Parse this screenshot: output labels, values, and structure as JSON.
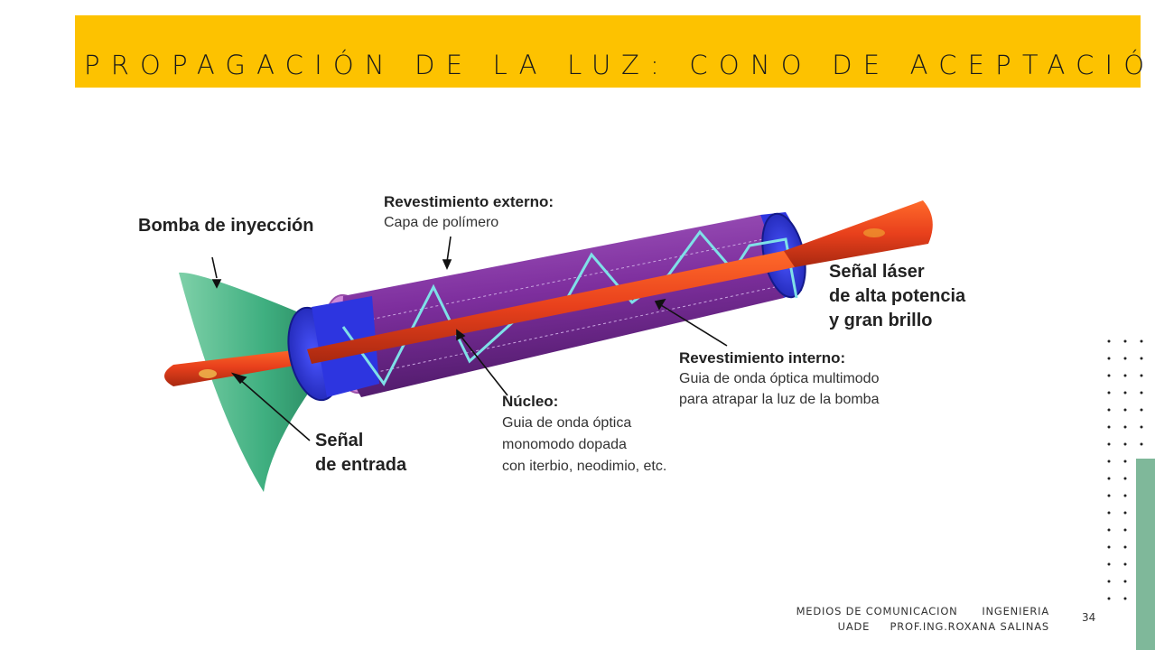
{
  "slide": {
    "title": "PROPAGACIÓN DE LA LUZ: CONO DE ACEPTACIÓN",
    "footer_line1": "MEDIOS DE COMUNICACION      INGENIERIA",
    "footer_line2": "UADE     PROF.ING.ROXANA SALINAS",
    "page_number": "34"
  },
  "diagram": {
    "label_pump": "Bomba de inyección",
    "label_outer_title": "Revestimiento externo:",
    "label_outer_desc": "Capa de polímero",
    "label_output_1": "Señal láser",
    "label_output_2": "de alta potencia",
    "label_output_3": "y gran brillo",
    "label_inner_title": "Revestimiento interno:",
    "label_inner_desc_1": "Guia de onda óptica multimodo",
    "label_inner_desc_2": "para atrapar la luz de la bomba",
    "label_core_title": "Núcleo:",
    "label_core_desc_1": "Guia de onda óptica",
    "label_core_desc_2": "monomodo dopada",
    "label_core_desc_3": "con iterbio, neodimio, etc.",
    "label_input_1": "Señal",
    "label_input_2": "de entrada"
  },
  "colors": {
    "title_bar": "#FDC200",
    "outer_cladding": "#8A3FA8",
    "inner_cladding": "#2D35E0",
    "laser": "#E8401C",
    "pump_cone": "#3FAF80",
    "ray": "#7FE0E8",
    "accent_block": "#7FB89A"
  }
}
